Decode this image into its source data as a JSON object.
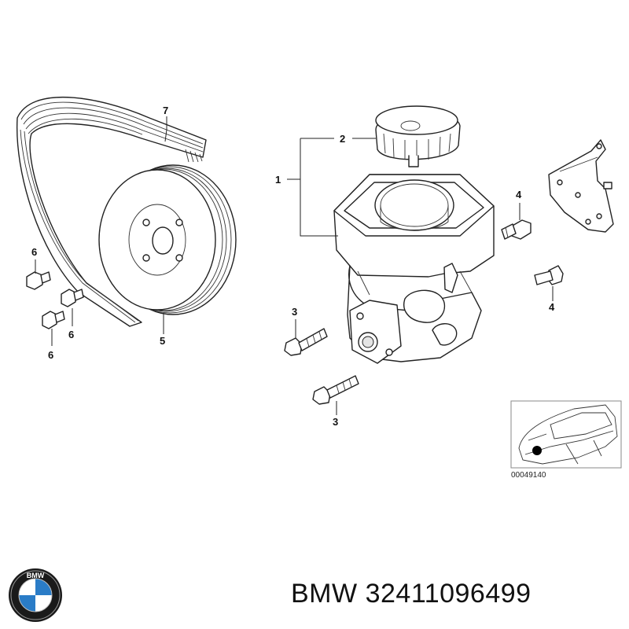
{
  "callouts": {
    "c1": "1",
    "c2": "2",
    "c3a": "3",
    "c3b": "3",
    "c4a": "4",
    "c4b": "4",
    "c5": "5",
    "c6a": "6",
    "c6b": "6",
    "c6c": "6",
    "c7": "7"
  },
  "locator": {
    "code": "00049140"
  },
  "footer": {
    "brand": "BMW",
    "part_number": "32411096499"
  },
  "logo": {
    "text": "BMW",
    "colors": {
      "blue": "#2a7cc7",
      "white": "#ffffff",
      "ring": "#1a1a1a"
    }
  }
}
